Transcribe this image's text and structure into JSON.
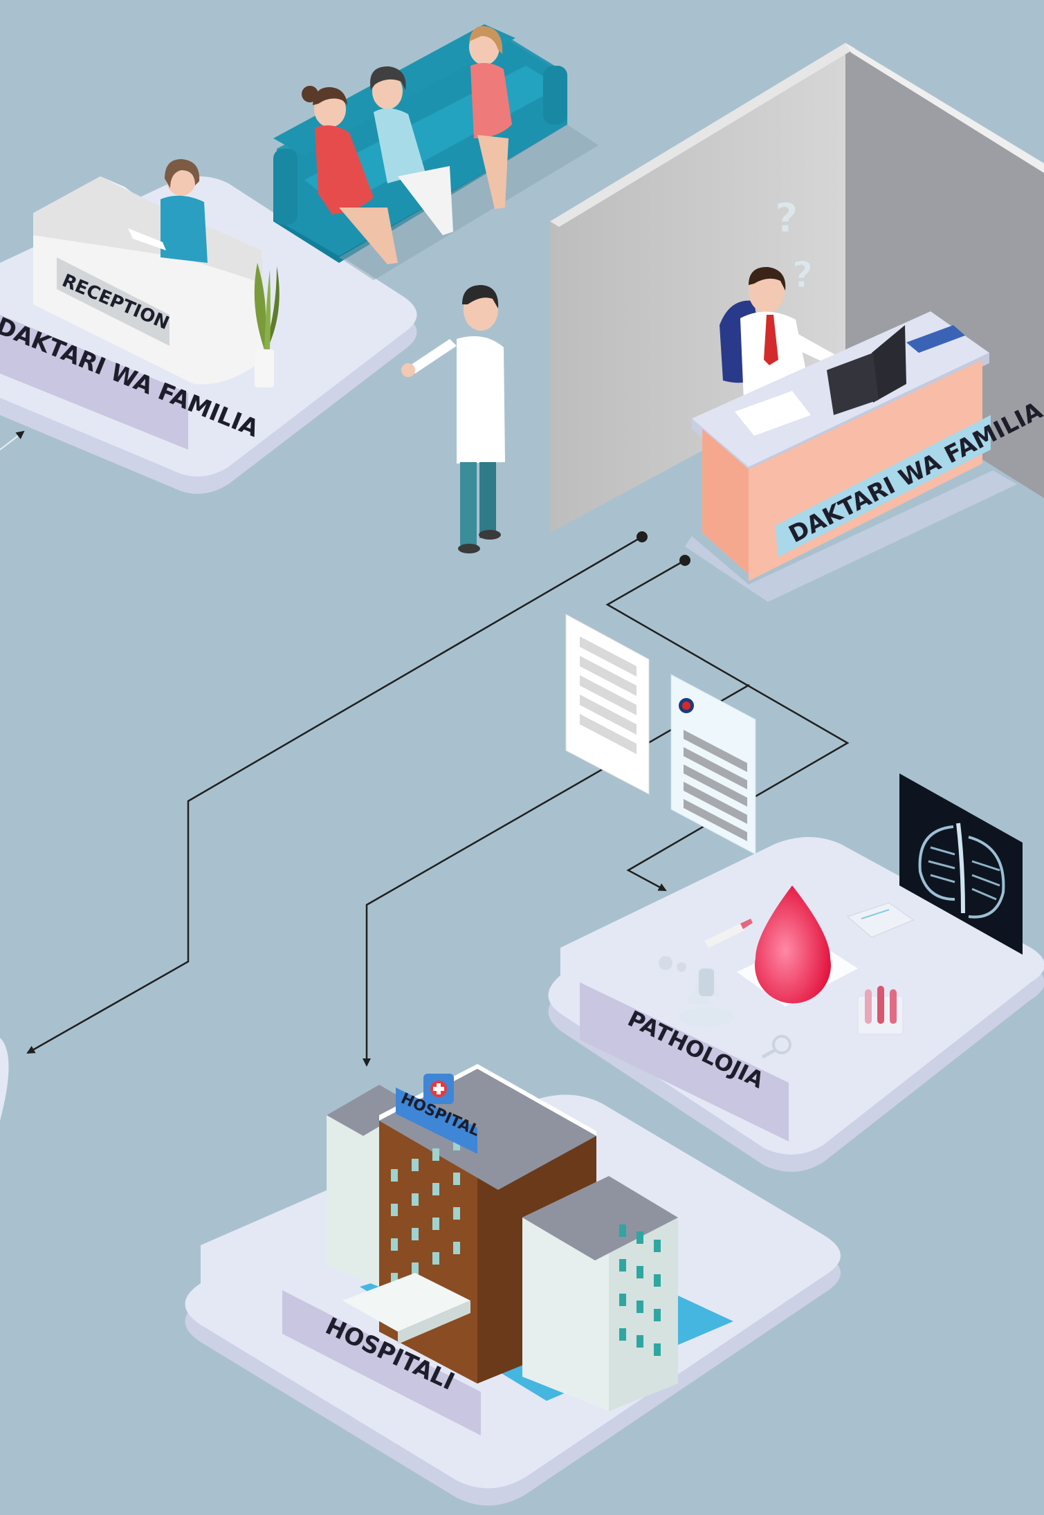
{
  "labels": {
    "reception_sign": "RECEPTION",
    "reception_platform": "DAKTARI WA FAMILIA",
    "doctor_desk": "DAKTARI WA FAMILIA",
    "pathology": "PATHOLOJIA",
    "hospital_sign": "HOSPITAL",
    "hospital_platform": "HOSPITALI"
  },
  "icons": [
    "question-mark-icon",
    "blood-drop-icon",
    "microscope-icon",
    "test-tubes-icon",
    "syringe-icon",
    "magnifier-icon",
    "gears-icon",
    "clipboard-icon",
    "xray-icon",
    "hospital-cross-icon",
    "arrow-icon"
  ],
  "colors": {
    "background": "#a9c1ce",
    "platform": "#e4e8f5",
    "platform_side": "#cdd1e6",
    "label_bg": "#c8c6e0",
    "sofa": "#1e94b0",
    "desk_front": "#f6a88f",
    "blood": "#ee2f5a",
    "hospital_brick": "#6b3a1a",
    "connector": "#1f1f1f"
  }
}
